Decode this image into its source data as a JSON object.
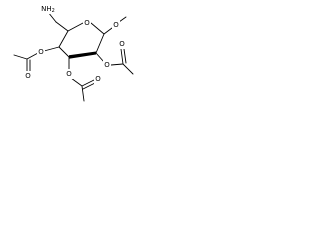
{
  "molecule": {
    "atoms": {
      "nh2": "NH2",
      "o_ring": "O",
      "o_methoxy": "O",
      "o_c4": "O",
      "o_c4_carbonyl": "O",
      "o_c2": "O",
      "o_c2_carbonyl": "O",
      "o_c3": "O",
      "o_c3_carbonyl": "O"
    }
  },
  "colors": {
    "stroke": "#000000",
    "background": "#ffffff"
  }
}
